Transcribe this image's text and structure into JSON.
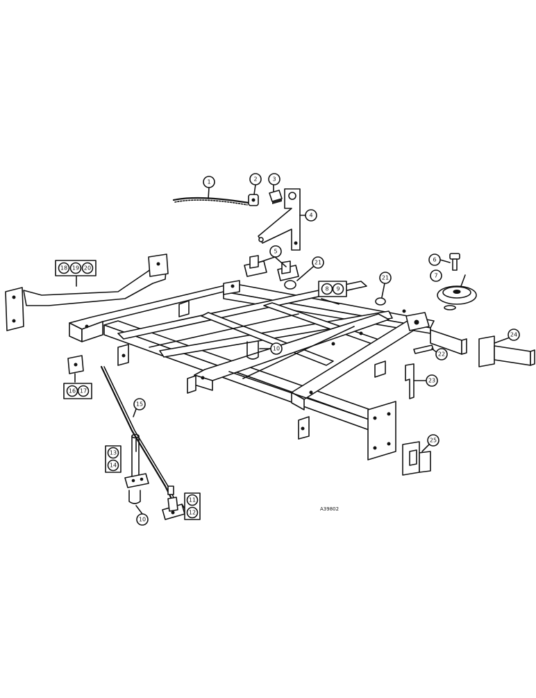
{
  "diagram": {
    "callouts": [
      "1",
      "2",
      "3",
      "4",
      "5",
      "6",
      "7",
      "8",
      "9",
      "10",
      "10",
      "11",
      "12",
      "13",
      "14",
      "15",
      "16",
      "17",
      "18",
      "19",
      "20",
      "21",
      "21",
      "22",
      "23",
      "24",
      "25"
    ],
    "reference_code": "A39802"
  }
}
